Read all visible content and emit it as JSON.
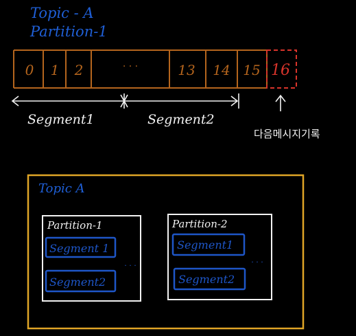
{
  "header": {
    "topic_title": "Topic - A",
    "partition_title": "Partition-1"
  },
  "log": {
    "offsets": [
      "0",
      "1",
      "2",
      "· · ·",
      "13",
      "14",
      "15"
    ],
    "next_offset": "16",
    "segment1_label": "Segment1",
    "segment2_label": "Segment2",
    "next_write_label": "다음메시지기록"
  },
  "topic_box": {
    "title": "Topic A",
    "partitions": [
      {
        "title": "Partition-1",
        "segments": [
          "Segment 1",
          "Segment2"
        ],
        "ellipsis": "· · ·"
      },
      {
        "title": "Partition-2",
        "segments": [
          "Segment1",
          "Segment2"
        ],
        "ellipsis": "· · ·"
      }
    ]
  },
  "colors": {
    "background": "#000000",
    "title_blue": "#1f5fd6",
    "log_orange": "#b5651d",
    "next_red": "#d9342b",
    "topic_gold": "#e0a526",
    "segment_blue": "#1e56c8",
    "ink_white": "#f2f2f2"
  }
}
